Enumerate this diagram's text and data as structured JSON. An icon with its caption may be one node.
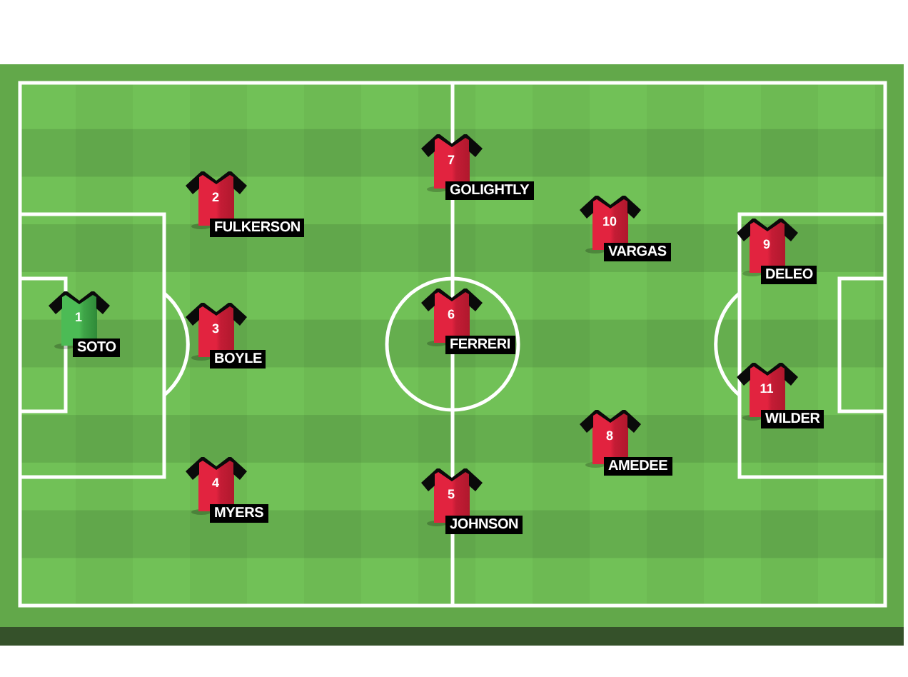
{
  "diagram": {
    "nodes": [
      {
        "text": [
          "1"
        ],
        "beside": [
          "SOTO"
        ]
      },
      {
        "text": [
          "2"
        ],
        "beside": [
          "FULKERSON"
        ]
      },
      {
        "text": [
          "3"
        ],
        "beside": [
          "BOYLE"
        ]
      },
      {
        "text": [
          "4"
        ],
        "beside": [
          "MYERS"
        ]
      },
      {
        "text": [
          "7"
        ],
        "beside": [
          "GOLIGHTLY"
        ]
      },
      {
        "text": [
          "6"
        ],
        "beside": [
          "FERRERI"
        ]
      },
      {
        "text": [
          "5"
        ],
        "beside": [
          "JOHNSON"
        ]
      },
      {
        "text": [
          "10"
        ],
        "beside": [
          "VARGAS"
        ]
      },
      {
        "text": [
          "8"
        ],
        "beside": [
          "AMEDEE"
        ]
      },
      {
        "text": [
          "9"
        ],
        "beside": [
          "DELEO"
        ]
      },
      {
        "text": [
          "11"
        ],
        "beside": [
          "WILDER"
        ]
      }
    ]
  }
}
